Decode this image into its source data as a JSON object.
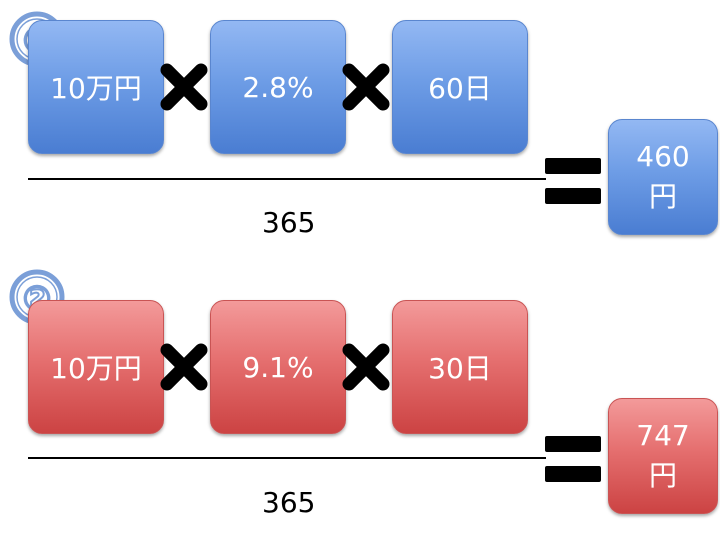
{
  "colors": {
    "blue_box": "#6e9de6",
    "red_box": "#e56f6f",
    "marker": "#a9c4f2"
  },
  "row1": {
    "marker": "①",
    "terms": [
      "10万円",
      "2.8%",
      "60日"
    ],
    "denominator": "365",
    "result_line1": "460",
    "result_line2": "円"
  },
  "row2": {
    "marker": "②",
    "terms": [
      "10万円",
      "9.1%",
      "30日"
    ],
    "denominator": "365",
    "result_line1": "747",
    "result_line2": "円"
  }
}
